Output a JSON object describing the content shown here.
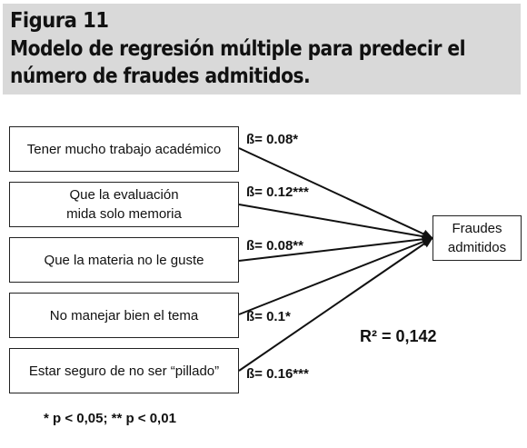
{
  "figure": {
    "label": "Figura 11",
    "title": "Modelo de regresión múltiple para predecir el número de fraudes admitidos."
  },
  "predictors": [
    {
      "label": "Tener mucho trabajo académico",
      "beta": "ß= 0.08*"
    },
    {
      "label": "Que la evaluación mida solo memoria",
      "beta": "ß= 0.12***"
    },
    {
      "label": "Que la materia no le guste",
      "beta": "ß= 0.08**"
    },
    {
      "label": "No manejar bien el tema",
      "beta": "ß= 0.1*"
    },
    {
      "label": "Estar seguro de no ser “pillado”",
      "beta": "ß= 0.16***"
    }
  ],
  "outcome": {
    "label": "Fraudes admitidos"
  },
  "r_squared": {
    "label": "R² = 0,142"
  },
  "footnote": "* p < 0,05; ** p < 0,01",
  "colors": {
    "header_bg": "#d9d9d9",
    "line": "#111111"
  }
}
